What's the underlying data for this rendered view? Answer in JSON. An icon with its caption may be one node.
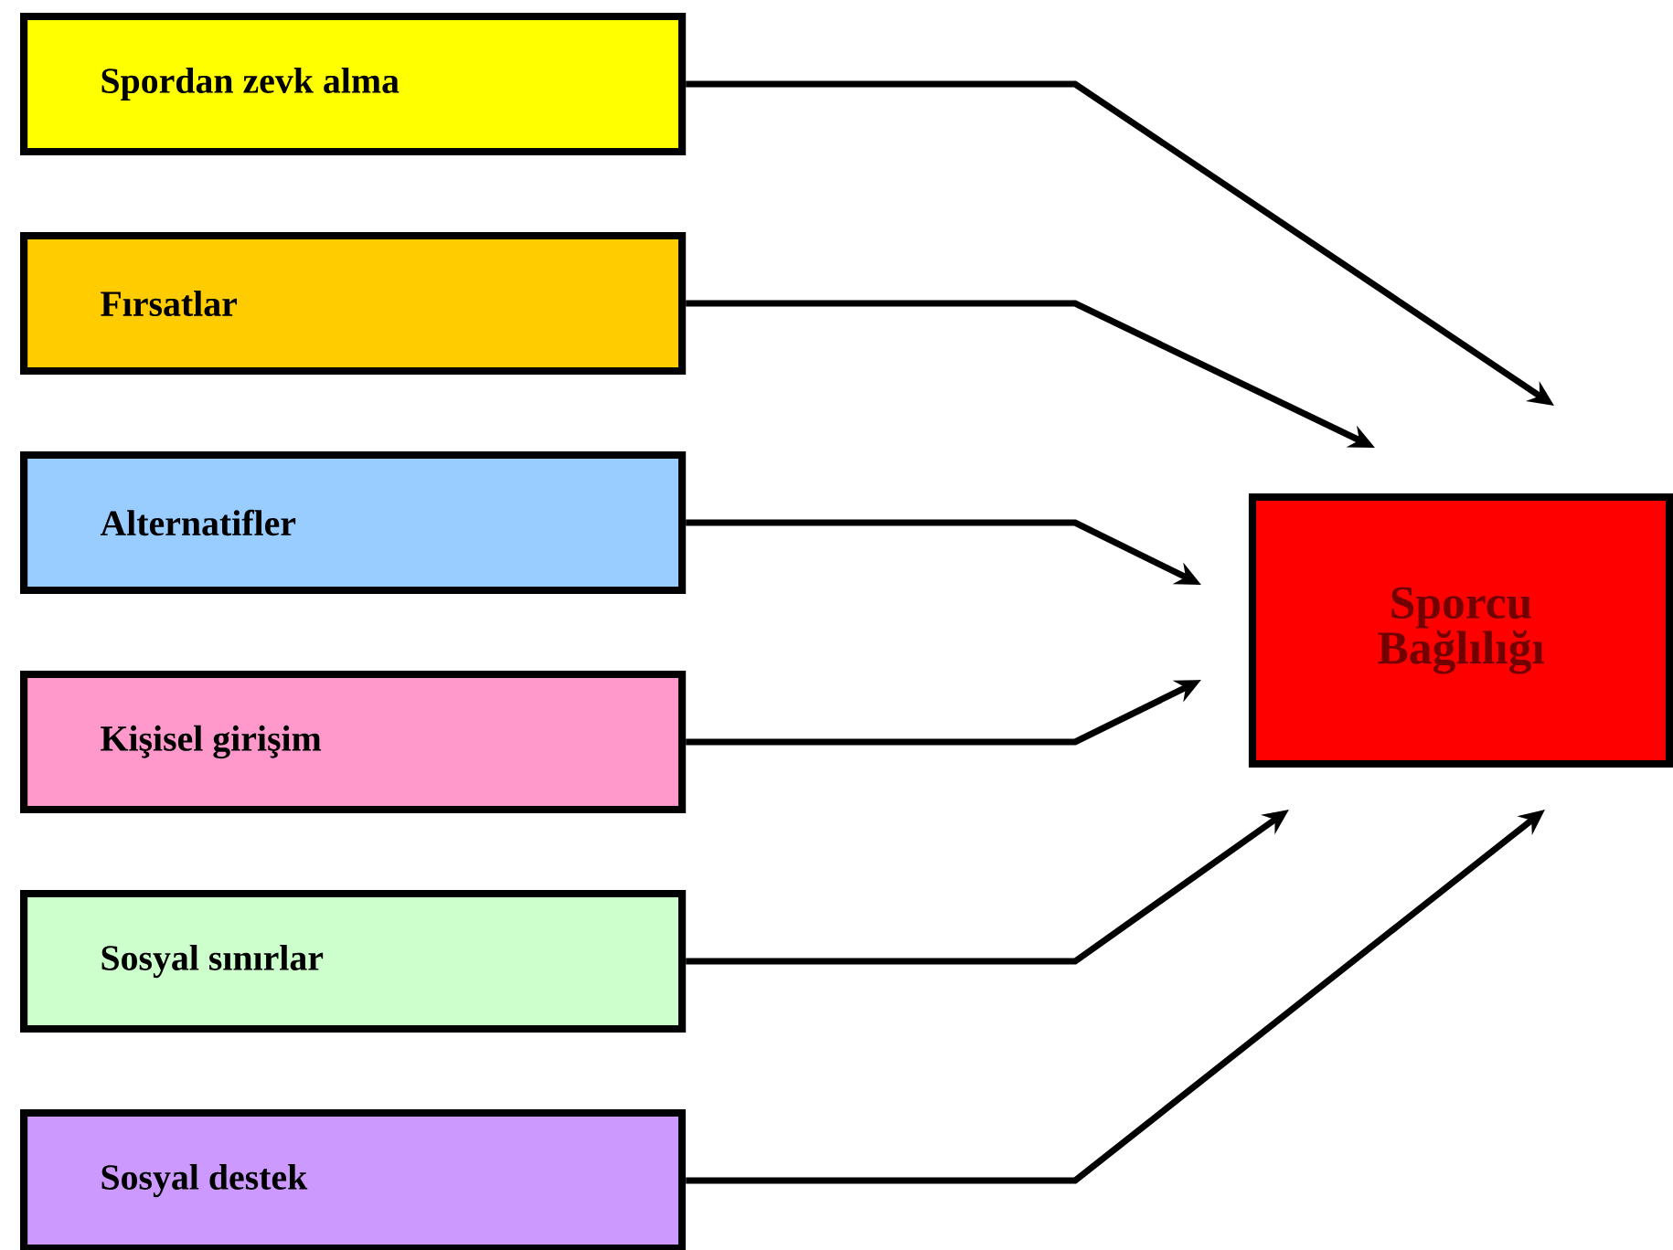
{
  "diagram": {
    "nodes": [
      {
        "text": [
          "Spordan zevk alma"
        ]
      },
      {
        "text": [
          "Fırsatlar"
        ]
      },
      {
        "text": [
          "Alternatifler"
        ]
      },
      {
        "text": [
          "Kişisel girişim"
        ]
      },
      {
        "text": [
          "Sosyal sınırlar"
        ]
      },
      {
        "text": [
          "Sosyal destek"
        ]
      },
      {
        "text": [
          "Sporcu Bağlılığı"
        ]
      }
    ],
    "edges": [
      {
        "from": 0,
        "to": 6,
        "arrow": "to"
      },
      {
        "from": 1,
        "to": 6,
        "arrow": "to"
      },
      {
        "from": 2,
        "to": 6,
        "arrow": "to"
      },
      {
        "from": 3,
        "to": 6,
        "arrow": "to"
      },
      {
        "from": 4,
        "to": 6,
        "arrow": "to"
      },
      {
        "from": 5,
        "to": 6,
        "arrow": "to"
      }
    ]
  }
}
